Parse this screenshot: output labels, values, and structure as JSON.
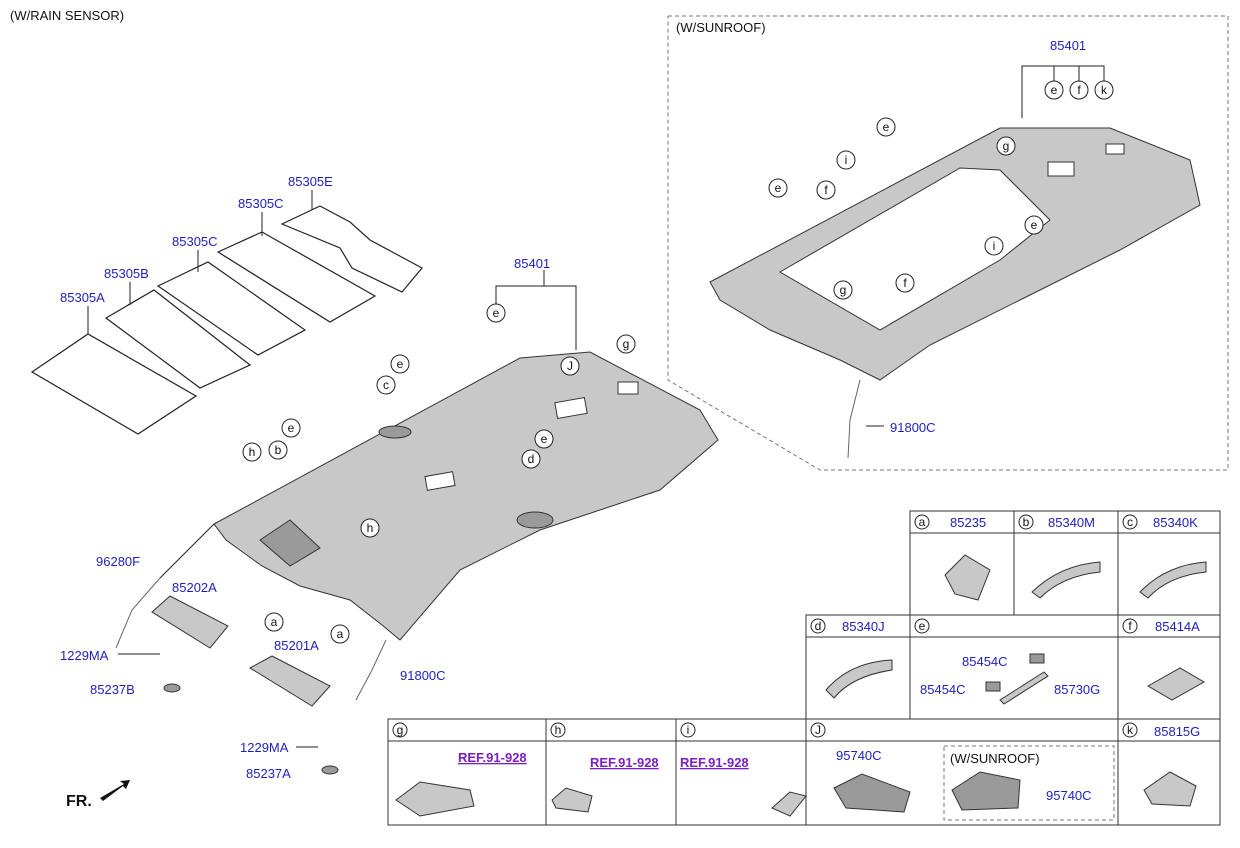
{
  "headers": {
    "rain_sensor": "(W/RAIN SENSOR)",
    "sunroof": "(W/SUNROOF)",
    "front": "FR."
  },
  "parts": {
    "p85305A": "85305A",
    "p85305B": "85305B",
    "p85305C_1": "85305C",
    "p85305C_2": "85305C",
    "p85305E": "85305E",
    "p85401_main": "85401",
    "p85401_sunroof": "85401",
    "p91800C_sunroof": "91800C",
    "p91800C_main": "91800C",
    "p96280F": "96280F",
    "p85202A": "85202A",
    "p85201A": "85201A",
    "p1229MA_1": "1229MA",
    "p1229MA_2": "1229MA",
    "p85237B": "85237B",
    "p85237A": "85237A"
  },
  "callouts": {
    "main": [
      "e",
      "g",
      "J",
      "e",
      "c",
      "e",
      "h",
      "b",
      "e",
      "d",
      "h",
      "a",
      "a"
    ],
    "sunroof": [
      "e",
      "f",
      "k",
      "e",
      "i",
      "e",
      "f",
      "g",
      "e",
      "i",
      "g",
      "f"
    ]
  },
  "legend": {
    "a": {
      "letter": "a",
      "part": "85235"
    },
    "b": {
      "letter": "b",
      "part": "85340M"
    },
    "c": {
      "letter": "c",
      "part": "85340K"
    },
    "d": {
      "letter": "d",
      "part": "85340J"
    },
    "e": {
      "letter": "e",
      "part_top": "85454C",
      "part_bottom": "85454C",
      "part_right": "85730G"
    },
    "f": {
      "letter": "f",
      "part": "85414A"
    },
    "g": {
      "letter": "g",
      "ref": "REF.91-928"
    },
    "h": {
      "letter": "h",
      "ref": "REF.91-928"
    },
    "i": {
      "letter": "i",
      "ref": "REF.91-928"
    },
    "J": {
      "letter": "J",
      "part": "95740C",
      "sunroof_label": "(W/SUNROOF)",
      "sunroof_part": "95740C"
    },
    "k": {
      "letter": "k",
      "part": "85815G"
    }
  }
}
